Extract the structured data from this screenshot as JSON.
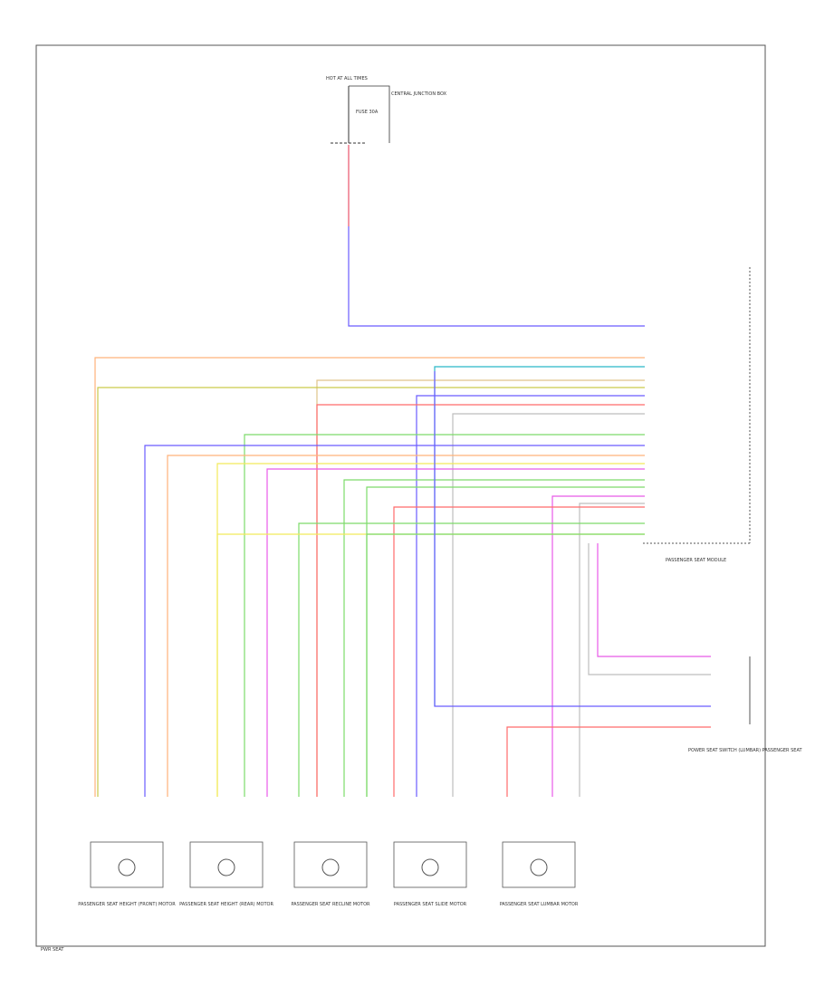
{
  "title": "",
  "colors": {
    "blue": "#6a5cff",
    "red": "#ff6b6b",
    "pink": "#ff9a9a",
    "green": "#7ddb6a",
    "yellow": "#f2ea5a",
    "orange": "#ffb27a",
    "cyan": "#29b8c8",
    "violet": "#e85be8",
    "tan": "#e0c48a",
    "gray": "#bdbdbd",
    "olive": "#c9c94a"
  },
  "labels": {
    "power_source": "HOT AT ALL TIMES",
    "fuse": "FUSE 30A",
    "fuse_box": "CENTRAL JUNCTION BOX",
    "module": "PASSENGER SEAT MODULE",
    "switch_assembly": "POWER SEAT SWITCH (LUMBAR) PASSENGER SEAT",
    "corner_note": "PWR SEAT"
  },
  "motors": [
    {
      "name": "PASSENGER SEAT HEIGHT (FRONT) MOTOR"
    },
    {
      "name": "PASSENGER SEAT HEIGHT (REAR) MOTOR"
    },
    {
      "name": "PASSENGER SEAT RECLINE MOTOR"
    },
    {
      "name": "PASSENGER SEAT SLIDE MOTOR"
    },
    {
      "name": "PASSENGER SEAT LUMBAR MOTOR"
    }
  ]
}
